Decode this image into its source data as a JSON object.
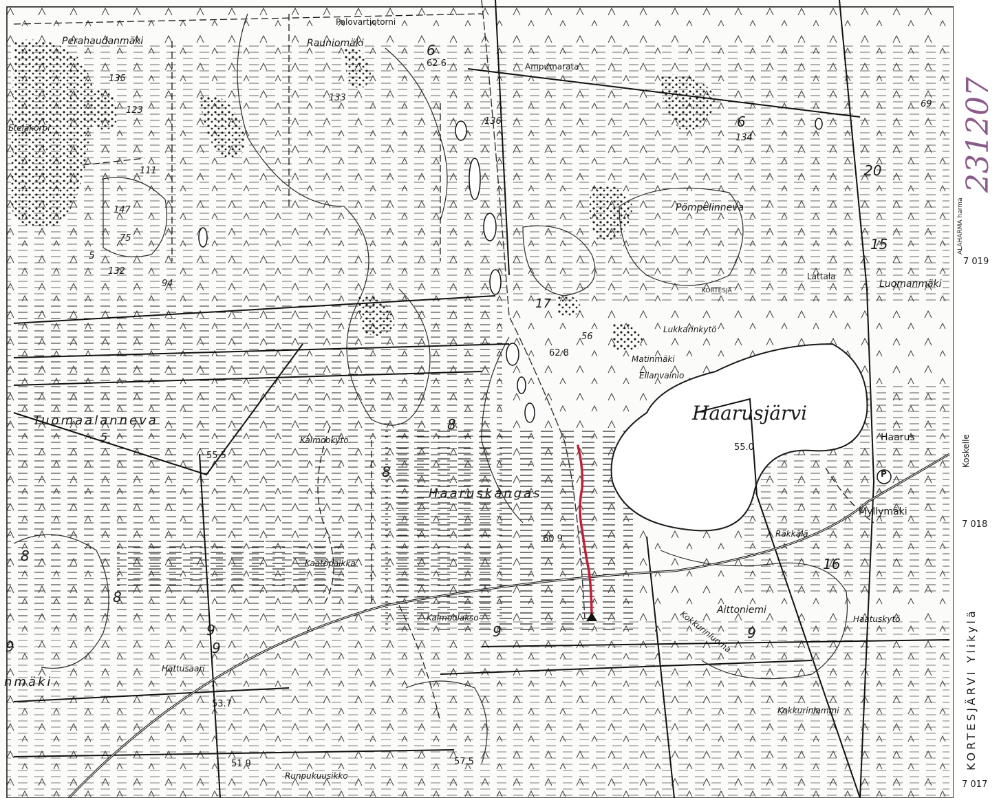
{
  "map": {
    "sheet_number": "231207",
    "place_names": {
      "perahaudanmaki": "Perahaudanmäki",
      "palovartiotorni": "Palovartiotorni",
      "rauniomaki": "Rauniomäki",
      "ampumarata": "Ampumarata",
      "etelakorpi": "Eteläkorpi",
      "pompelinneva": "Pömpelinneva",
      "lattala": "Lattala",
      "kortesjarvi_village": "KORTESJÄ",
      "luomanmaki": "Luomanmäki",
      "lukkarinkyto": "Lukkarinkytö",
      "matinmaki": "Matinmäki",
      "ellanvainio": "Ellanvainio",
      "haarusjarvi": "Haarusjärvi",
      "tuomaalanneva": "Tuomaalanneva",
      "kalmookyto": "Kalmookytö",
      "haaruskangas": "Haaruskangas",
      "haarus": "Haarus",
      "myllymaki": "Myllymäki",
      "rakkala": "Räkkälä",
      "kaatopaikka": "Kaatopaikka",
      "aittoniemi": "Aittoniemi",
      "haatuskyto": "Haatuskytö",
      "kalmoolakso": "Kalmoolakso",
      "kokkurinluoma": "Kokkurinluoma",
      "kokkurinlammi": "Kokkurinlammi",
      "hattusaari": "Hattusaari",
      "nmaki": "nmäki",
      "runpukuusikko": "Runpukuusikko"
    },
    "elevations": {
      "e626": "62 6",
      "e135": "135",
      "e133": "133",
      "e136": "136",
      "e123": "123",
      "e134": "134",
      "e111": "111",
      "e147": "147",
      "e132": "132",
      "e94": "94",
      "e75": "75",
      "e628": "62 8",
      "e555": "55 5",
      "e550": "55.0",
      "e609": "60 9",
      "e537": "53.7",
      "e519": "51 9",
      "e575": "57.5",
      "e6_25": "6",
      "e620": "20",
      "e8_25": "8",
      "e8_49": "8",
      "e8_17": "8",
      "e8_6": "8",
      "e9_27": "9",
      "e9_59": "9",
      "e9_53": "9",
      "e9_55": "9",
      "e9_52": "9",
      "e16_": "16",
      "e15_": "15",
      "e6_12": "6",
      "e5_13": "5",
      "e17": "17",
      "e5_": "5",
      "e56": "56",
      "e69": "69"
    },
    "margin": {
      "grid_7019": "7 019",
      "grid_7018": "7 018",
      "grid_7017": "7 017",
      "koskelle": "Koskelle",
      "municipality": "KORTESJÄRVI  Ylikylä",
      "alavus_note": "ALAHARMA harma"
    },
    "colors": {
      "ink": "#1a1a1a",
      "paper": "#fbfbf9",
      "route_red": "#c0203a",
      "sheet_number": "#8a5a8a"
    }
  }
}
